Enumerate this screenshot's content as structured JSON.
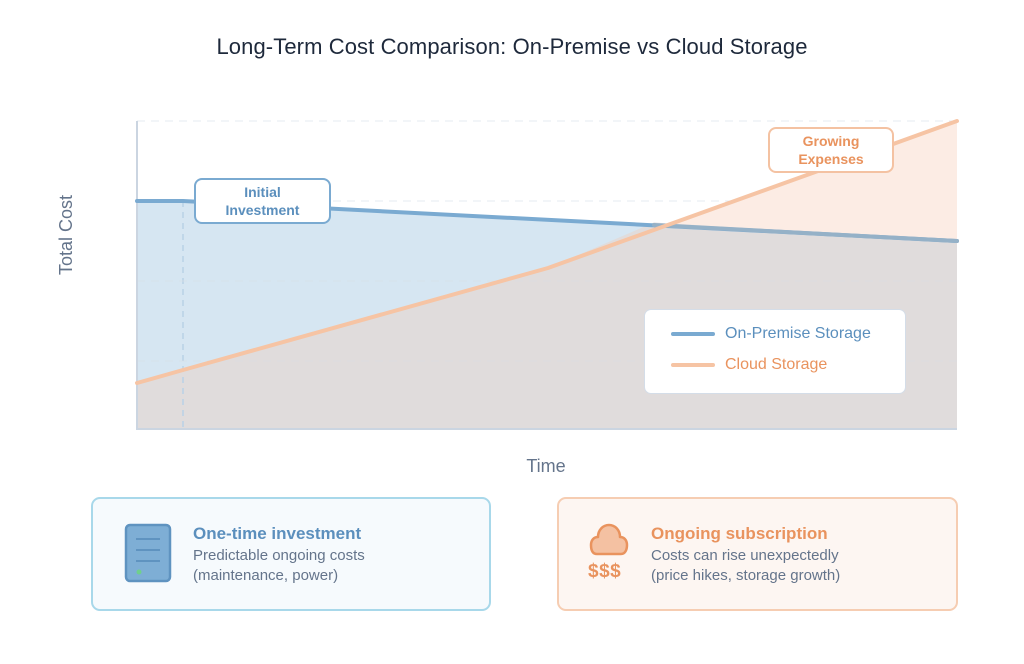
{
  "title": "Long-Term Cost Comparison: On-Premise vs Cloud Storage",
  "axes": {
    "y_label": "Total Cost",
    "x_label": "Time"
  },
  "annotations": {
    "initial_investment": [
      "Initial",
      "Investment"
    ],
    "growing_expenses": [
      "Growing",
      "Expenses"
    ]
  },
  "legend": {
    "items": [
      {
        "label": "On-Premise Storage",
        "color": "#7aaad1"
      },
      {
        "label": "Cloud Storage",
        "color": "#f6c4a4"
      }
    ]
  },
  "cards": {
    "on_premise": {
      "icon": "server-icon",
      "title": "One-time investment",
      "line1": "Predictable ongoing costs",
      "line2": "(maintenance, power)"
    },
    "cloud": {
      "icon": "cloud-icon",
      "symbol": "$$$",
      "title": "Ongoing subscription",
      "line1": "Costs can rise unexpectedly",
      "line2": "(price hikes, storage growth)"
    }
  },
  "colors": {
    "on_premise": "#7aaad1",
    "on_premise_fill": "#d6e6f2",
    "cloud": "#f6c4a4",
    "cloud_fill": "#fcece4",
    "overlap_fill": "#e0dcdc",
    "title": "#1e293b",
    "axis_text": "#64748b"
  },
  "chart_data": {
    "type": "area",
    "title": "Long-Term Cost Comparison: On-Premise vs Cloud Storage",
    "xlabel": "Time",
    "ylabel": "Total Cost",
    "x": [
      0,
      0.056,
      0.5,
      1.0
    ],
    "xlim": [
      0,
      1
    ],
    "ylim": [
      0,
      100
    ],
    "grid": true,
    "grid_axis": "y",
    "legend_position": "lower right",
    "series": [
      {
        "name": "On-Premise Storage",
        "values": [
          74,
          74,
          62,
          61.5
        ],
        "note": "flat initial investment then slowly declining"
      },
      {
        "name": "Cloud Storage",
        "values": [
          15,
          19,
          52,
          100
        ],
        "note": "rising, accelerating after midpoint"
      }
    ],
    "crossover_x": 0.64,
    "annotations": [
      {
        "text": "Initial Investment",
        "x": 0.15,
        "y": 74
      },
      {
        "text": "Growing Expenses",
        "x": 0.85,
        "y": 92
      }
    ],
    "reference_line": {
      "type": "vertical-dashed",
      "x": 0.056
    }
  }
}
